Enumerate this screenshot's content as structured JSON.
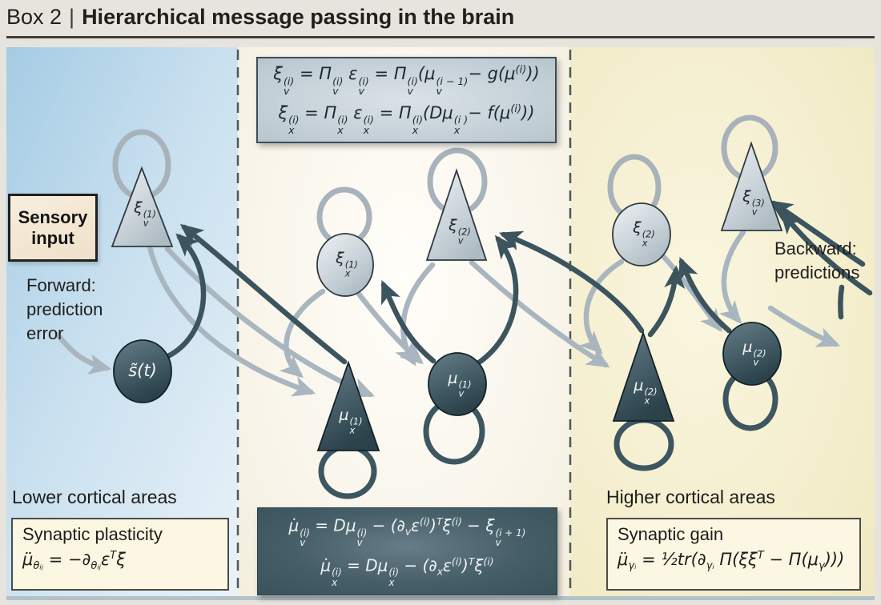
{
  "title": {
    "prefix": "Box 2",
    "separator": "|",
    "text": "Hierarchical message passing in the brain"
  },
  "labels": {
    "forward_lines": [
      "Forward:",
      "prediction",
      "error"
    ],
    "backward_lines": [
      "Backward:",
      "predictions"
    ],
    "lower_area": "Lower cortical areas",
    "higher_area": "Higher cortical areas",
    "sensory_lines": [
      "Sensory",
      "input"
    ]
  },
  "equation_boxes": {
    "top": [
      [
        {
          "t": "ξ",
          "sup": "(i)",
          "sub": "v"
        },
        {
          "t": " = "
        },
        {
          "t": "Π",
          "sup": "(i)",
          "sub": "v"
        },
        {
          "t": "  "
        },
        {
          "t": "ε",
          "sup": "(i)",
          "sub": "v"
        },
        {
          "t": " = "
        },
        {
          "t": "Π",
          "sup": "(i)",
          "sub": "v"
        },
        {
          "t": "("
        },
        {
          "t": "μ",
          "sup": "(i − 1)",
          "sub": "v"
        },
        {
          "t": "− g("
        },
        {
          "t": "μ",
          "sup": "(i)"
        },
        {
          "t": "))"
        }
      ],
      [
        {
          "t": "ξ",
          "sup": "(i)",
          "sub": "x"
        },
        {
          "t": " = "
        },
        {
          "t": "Π",
          "sup": "(i)",
          "sub": "x"
        },
        {
          "t": "  "
        },
        {
          "t": "ε",
          "sup": "(i)",
          "sub": "x"
        },
        {
          "t": " = "
        },
        {
          "t": "Π",
          "sup": "(i)",
          "sub": "x"
        },
        {
          "t": "(D"
        },
        {
          "t": "μ",
          "sup": "(i )",
          "sub": "x"
        },
        {
          "t": "− f("
        },
        {
          "t": "μ",
          "sup": "(i)"
        },
        {
          "t": "))"
        }
      ]
    ],
    "dynamics": [
      [
        {
          "t": "μ̇",
          "sup": "(i)",
          "sub": "v"
        },
        {
          "t": " = D"
        },
        {
          "t": "μ",
          "sup": "(i)",
          "sub": "v"
        },
        {
          "t": " − ("
        },
        {
          "t": "∂",
          "sub": "v"
        },
        {
          "t": "ε",
          "sup": "(i)"
        },
        {
          "t": ")",
          "sup": "T"
        },
        {
          "t": "ξ",
          "sup": "(i)"
        },
        {
          "t": " − "
        },
        {
          "t": "ξ",
          "sup": "(i + 1)",
          "sub": "v"
        }
      ],
      [
        {
          "t": "μ̇",
          "sup": "(i)",
          "sub": "x"
        },
        {
          "t": " = D"
        },
        {
          "t": "μ",
          "sup": "(i)",
          "sub": "x"
        },
        {
          "t": " − ("
        },
        {
          "t": "∂",
          "sub": "x"
        },
        {
          "t": "ε",
          "sup": "(i)"
        },
        {
          "t": ")",
          "sup": "T"
        },
        {
          "t": "ξ",
          "sup": "(i)"
        }
      ]
    ],
    "plasticity": {
      "title": "Synaptic plasticity",
      "eq": [
        {
          "t": "μ̈",
          "sub": "θᵢⱼ"
        },
        {
          "t": " = −"
        },
        {
          "t": "∂",
          "sub": "θᵢⱼ"
        },
        {
          "t": "ε",
          "sup": "T"
        },
        {
          "t": "ξ"
        }
      ]
    },
    "gain": {
      "title": "Synaptic gain",
      "eq": [
        {
          "t": "μ̈",
          "sub": "γᵢ"
        },
        {
          "t": " = ½tr("
        },
        {
          "t": "∂",
          "sub": "γᵢ"
        },
        {
          "t": " Π(ξξ",
          "sup": "T"
        },
        {
          "t": " − Π("
        },
        {
          "t": "μ",
          "sub": "γ"
        },
        {
          "t": ")))"
        }
      ]
    }
  },
  "nodes": {
    "s_tilde": {
      "kind": "circle",
      "tone": "dark",
      "label": [
        {
          "t": "s̃(t)"
        }
      ]
    },
    "xi_v1": {
      "kind": "triangle",
      "tone": "light",
      "label": [
        {
          "t": "ξ",
          "sup": "(1)",
          "sub": "v"
        }
      ]
    },
    "xi_x1": {
      "kind": "circle",
      "tone": "light",
      "label": [
        {
          "t": "ξ",
          "sup": "(1)",
          "sub": "x"
        }
      ]
    },
    "xi_v2": {
      "kind": "triangle",
      "tone": "light",
      "label": [
        {
          "t": "ξ",
          "sup": "(2)",
          "sub": "v"
        }
      ]
    },
    "xi_x2": {
      "kind": "circle",
      "tone": "light",
      "label": [
        {
          "t": "ξ",
          "sup": "(2)",
          "sub": "x"
        }
      ]
    },
    "xi_v3": {
      "kind": "triangle",
      "tone": "light",
      "label": [
        {
          "t": "ξ",
          "sup": "(3)",
          "sub": "v"
        }
      ]
    },
    "mu_x1": {
      "kind": "triangle",
      "tone": "dark",
      "label": [
        {
          "t": "μ",
          "sup": "(1)",
          "sub": "x"
        }
      ]
    },
    "mu_v1": {
      "kind": "circle",
      "tone": "dark",
      "label": [
        {
          "t": "μ",
          "sup": "(1)",
          "sub": "v"
        }
      ]
    },
    "mu_x2": {
      "kind": "triangle",
      "tone": "dark",
      "label": [
        {
          "t": "μ",
          "sup": "(2)",
          "sub": "x"
        }
      ]
    },
    "mu_v2": {
      "kind": "circle",
      "tone": "dark",
      "label": [
        {
          "t": "μ",
          "sup": "(2)",
          "sub": "v"
        }
      ]
    }
  },
  "colors": {
    "forward_arrow_light": "#a9b6c0",
    "backward_arrow_dark": "#3b545e",
    "left_panel": "#b8d6ea",
    "middle_panel": "#f8f4e9",
    "right_panel": "#f2ecc8",
    "light_node": "#c6d0d6",
    "dark_node": "#3a525c",
    "sensory_box_bg": "#f4e8d4",
    "note_box_bg": "#fbf7e3",
    "equation_box_bg": "#c3cfd7",
    "dynamics_box_bg": "#48606a",
    "title_rule": "#3f3f3c"
  }
}
